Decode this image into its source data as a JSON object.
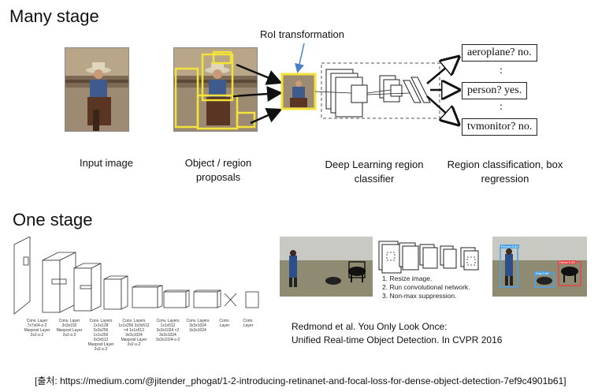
{
  "many_stage": {
    "title": "Many stage",
    "roi_label": "RoI transformation",
    "steps": [
      "Input image",
      "Object / region proposals",
      "Deep Learning region classifier",
      "Region classification, box regression"
    ],
    "classes": [
      "aeroplane? no.",
      "person? yes.",
      "tvmonitor? no."
    ],
    "dots": ":"
  },
  "one_stage": {
    "title": "One stage",
    "yolo_steps": [
      "1. Resize image.",
      "2. Run convolutional network.",
      "3. Non-max suppression."
    ],
    "detections": [
      "Person 0.64",
      "Dog 0.30",
      "Horse 0.28"
    ],
    "layer_labels": [
      "Conv. Layer 7x7x64-s-2 Maxpool Layer 2x2-s-2",
      "Conv. Layer 3x3x192 Maxpool Layer 2x2-s-2",
      "Conv. Layers 1x1x128 3x3x256 1x1x256 3x3x512 Maxpool Layer 2x2-s-2",
      "Conv. Layers 1x1x256 3x3x512 ×4 1x1x512 3x3x1024 Maxpool Layer 2x2-s-2",
      "Conv. Layers 1x1x512 3x3x1024 ×2 3x3x1024 3x3x1024-s-2",
      "Conv. Layers 3x3x1024 3x3x1024",
      "Conn. Layer",
      "Conn. Layer"
    ],
    "citation_line1": "Redmond et al. You Only Look Once:",
    "citation_line2": "Unified Real-time Object Detection. In CVPR 2016"
  },
  "source": "[출처: https://medium.com/@jitender_phogat/1-2-introducing-retinanet-and-focal-loss-for-dense-object-detection-7ef9c4901b61]",
  "colors": {
    "proposal_box": "#f2e23a",
    "arrow_blue": "#4a7ec9",
    "divider": "#222222"
  }
}
